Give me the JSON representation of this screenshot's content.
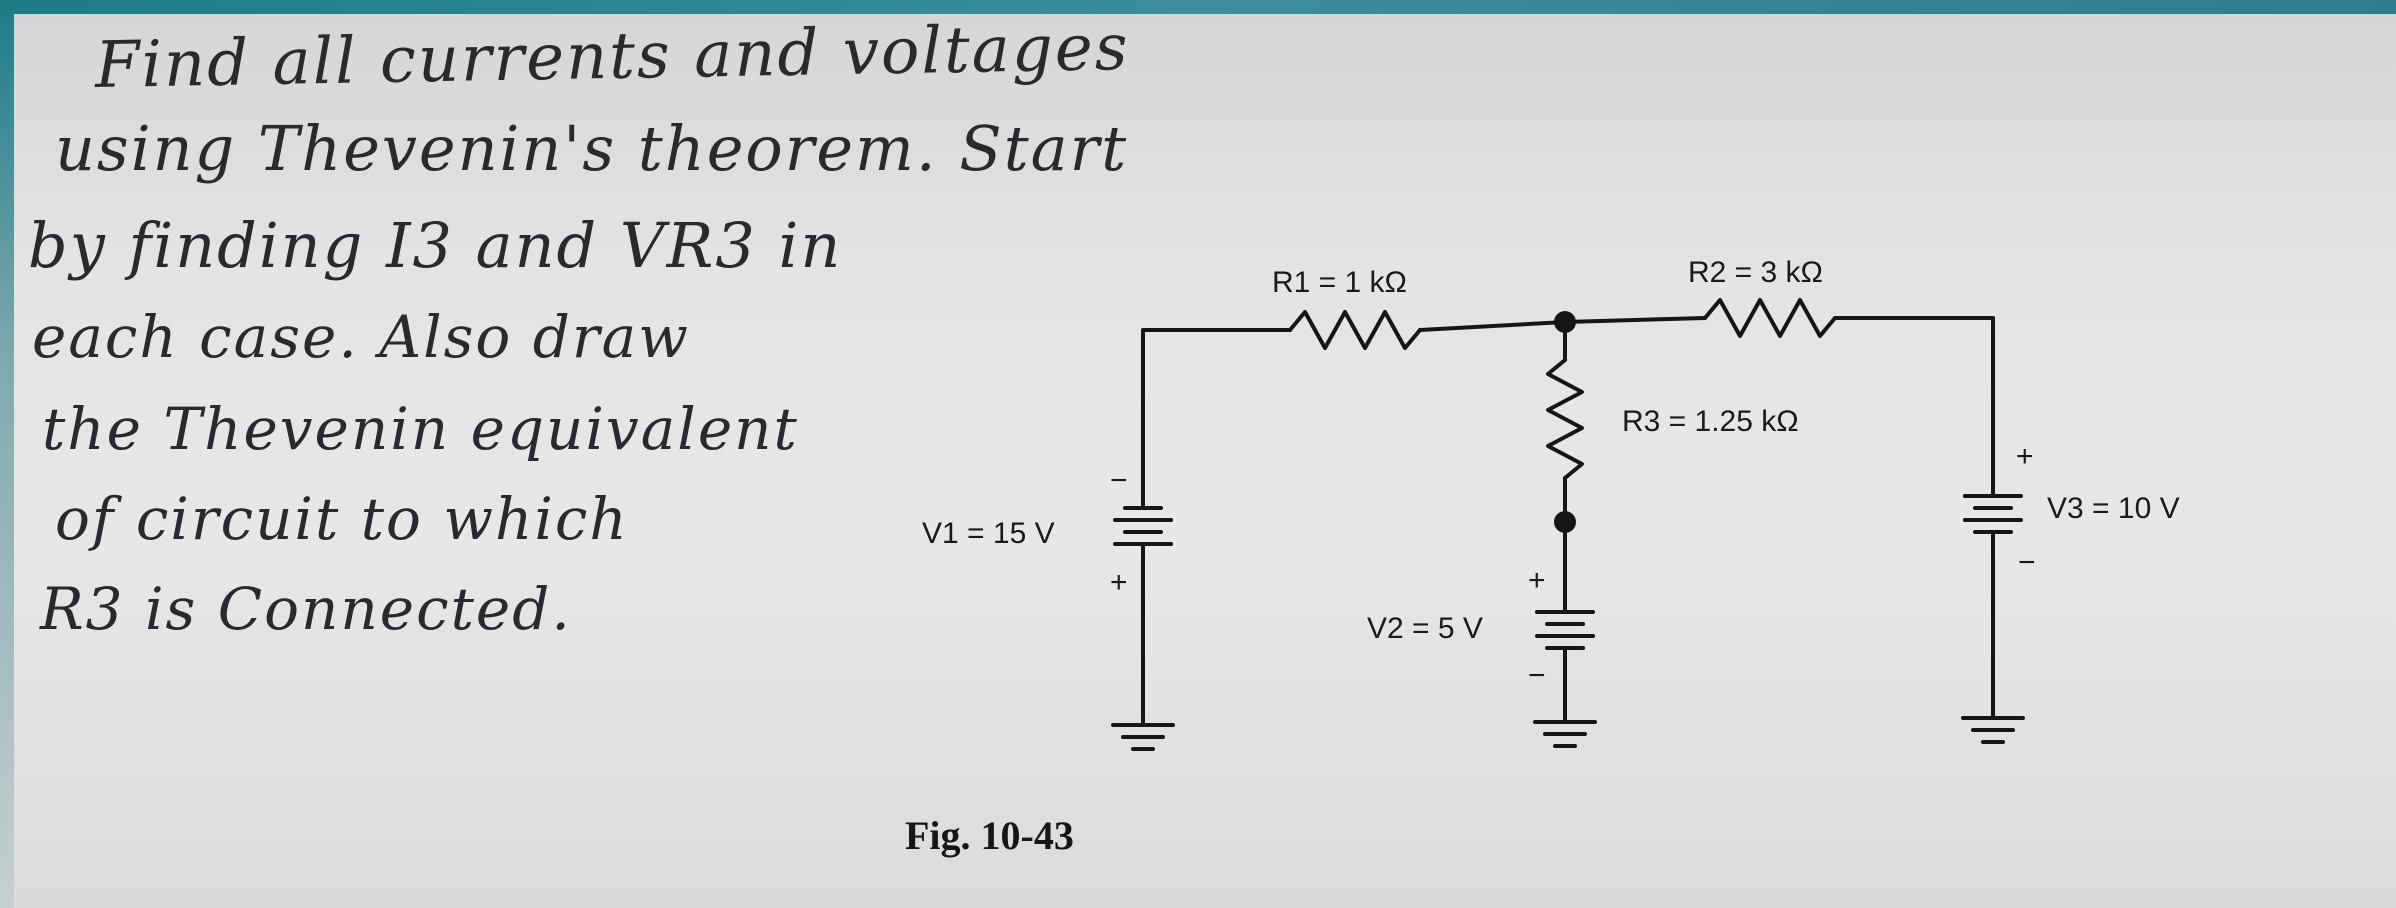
{
  "handwritten_note": {
    "lines": [
      "Find all currents and voltages",
      "using Thevenin's theorem. Start",
      "by finding I3 and VR3 in",
      "each case. Also draw",
      "the Thevenin equivalent",
      "of circuit to which",
      "R3 is Connected."
    ]
  },
  "circuit": {
    "r1_label": "R1 = 1 kΩ",
    "r2_label": "R2 = 3 kΩ",
    "r3_label": "R3 = 1.25 kΩ",
    "v1_label": "V1 = 15 V",
    "v2_label": "V2 = 5 V",
    "v3_label": "V3 = 10 V",
    "plus": "+",
    "minus": "−"
  },
  "figure_caption": "Fig. 10-43"
}
